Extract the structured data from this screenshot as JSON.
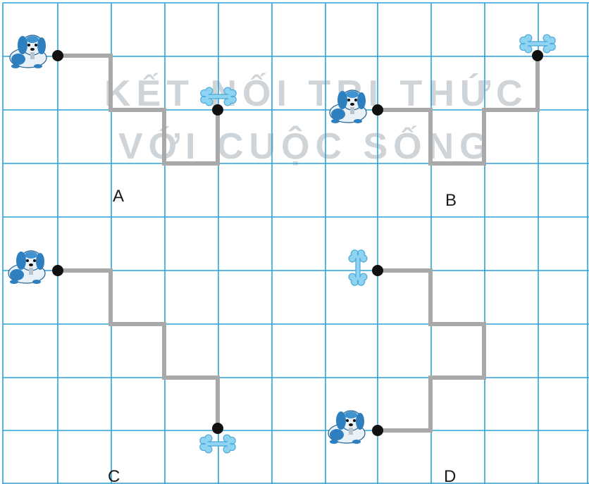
{
  "watermark": {
    "line1": "KẾT NỐI TRI THỨC",
    "line2": "VỚI CUỘC SỐNG"
  },
  "colors": {
    "grid": "#2aa2d8",
    "path": "#a9a9a9",
    "dot": "#111111",
    "bone": "#8fd3f2",
    "dog": "#2d7fbf",
    "background": "#ffffff"
  },
  "panels": [
    {
      "label": "A",
      "start": "dog-icon",
      "end": "bone-icon"
    },
    {
      "label": "B",
      "start": "dog-icon",
      "end": "bone-icon"
    },
    {
      "label": "C",
      "start": "dog-icon",
      "end": "bone-icon"
    },
    {
      "label": "D",
      "start": "dog-icon",
      "end": "bone-icon"
    }
  ]
}
